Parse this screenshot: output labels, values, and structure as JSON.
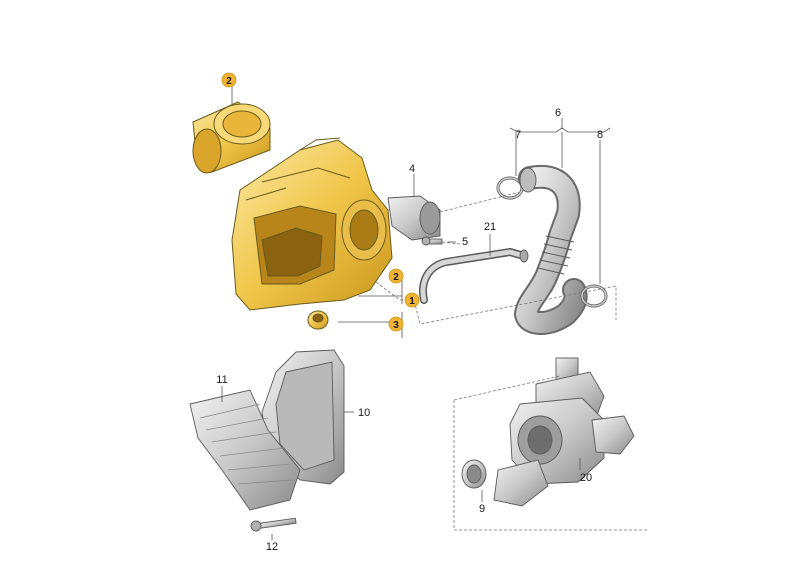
{
  "callouts": {
    "c1": "1",
    "c2_top": "2",
    "c2_mid": "2",
    "c3": "3",
    "c4": "4",
    "c5": "5",
    "c6": "6",
    "c7": "7",
    "c8": "8",
    "c9": "9",
    "c10": "10",
    "c11": "11",
    "c12": "12",
    "c20": "20",
    "c21": "21"
  },
  "colors": {
    "part_yellow": "#f0c64a",
    "part_yellow_dark": "#c9961c",
    "part_grey": "#c8c8c8",
    "part_grey_dark": "#8a8a8a",
    "badge_fill": "#f2b233"
  }
}
